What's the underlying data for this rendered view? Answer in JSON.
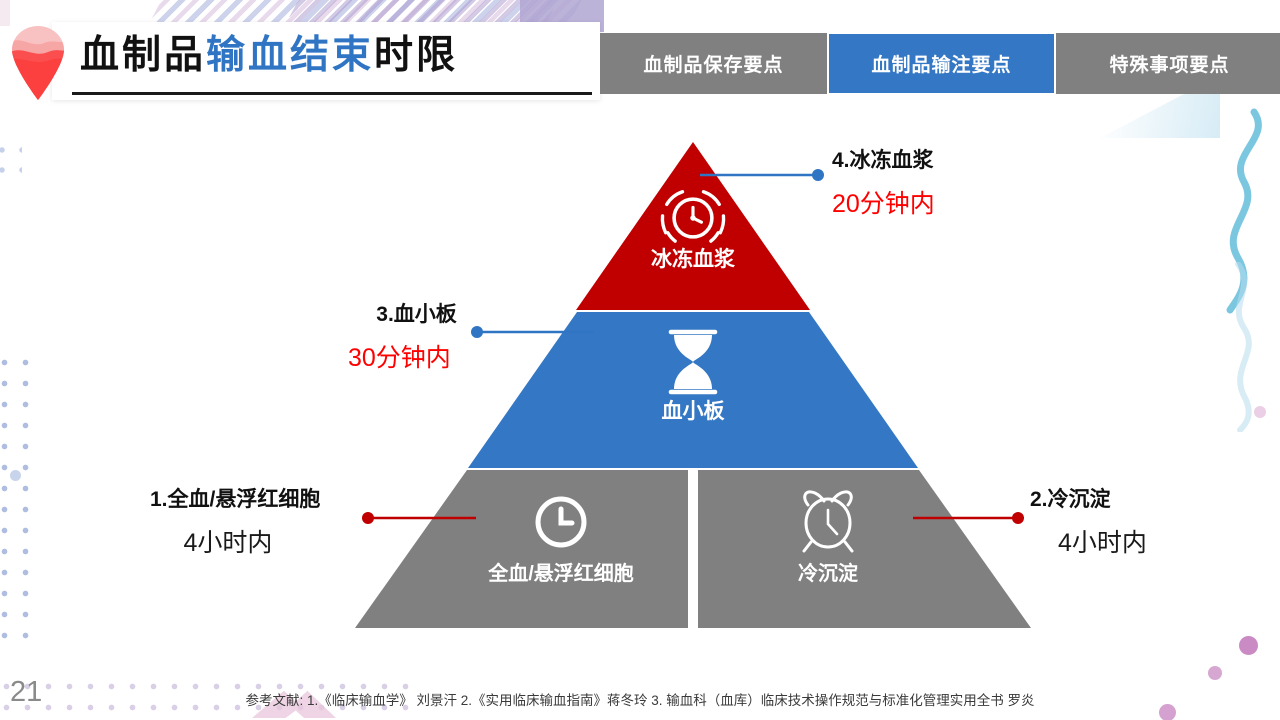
{
  "header": {
    "pin_icon": "location-pin-icon",
    "title_part1": "血制品",
    "title_highlight": "输血结束",
    "title_part2": "时限",
    "highlight_color": "#2f75c4"
  },
  "tabs": [
    {
      "label": "血制品保存要点",
      "active": false
    },
    {
      "label": "血制品输注要点",
      "active": true
    },
    {
      "label": "特殊事项要点",
      "active": false
    }
  ],
  "pyramid": {
    "tiers": [
      {
        "id": "top",
        "label": "冰冻血浆",
        "icon": "alarm-clock-ringing-icon",
        "color": "#C00000"
      },
      {
        "id": "middle",
        "label": "血小板",
        "icon": "hourglass-icon",
        "color": "#3477C4"
      },
      {
        "id": "bottom-left",
        "label": "全血/悬浮红细胞",
        "icon": "clock-icon",
        "color": "#808080"
      },
      {
        "id": "bottom-right",
        "label": "冷沉淀",
        "icon": "alarm-clock-icon",
        "color": "#808080"
      }
    ]
  },
  "callouts": [
    {
      "id": "callout-1",
      "number_title": "1.全血/悬浮红细胞",
      "value": "4小时内",
      "value_color": "#1a1a1a",
      "connector_color": "#C00000"
    },
    {
      "id": "callout-2",
      "number_title": "2.冷沉淀",
      "value": "4小时内",
      "value_color": "#1a1a1a",
      "connector_color": "#C00000"
    },
    {
      "id": "callout-3",
      "number_title": "3.血小板",
      "value": "30分钟内",
      "value_color": "#ff0000",
      "connector_color": "#2f75c4"
    },
    {
      "id": "callout-4",
      "number_title": "4.冰冻血浆",
      "value": "20分钟内",
      "value_color": "#ff0000",
      "connector_color": "#2f75c4"
    }
  ],
  "footer": {
    "page_number": "21",
    "reference": "参考文献: 1.《临床输血学》 刘景汗 2.《实用临床输血指南》蒋冬玲 3. 输血科（血库）临床技术操作规范与标准化管理实用全书 罗炎"
  }
}
